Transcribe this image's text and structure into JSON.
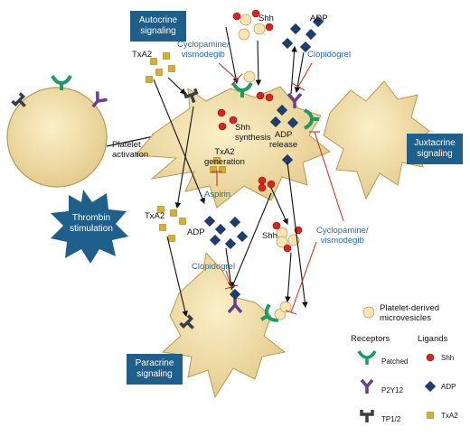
{
  "boxes": {
    "autocrine": "Autocrine\nsignaling",
    "juxtacrine": "Juxtacrine\nsignaling",
    "paracrine": "Paracrine\nsignaling",
    "thrombin": "Thrombin\nstimulation"
  },
  "labels": {
    "shh_top": "Shh",
    "adp_top": "ADP",
    "txa2_top": "TxA2",
    "platelet_activation": "Platelet\nactivation",
    "shh_synthesis": "Shh\nsynthesis",
    "txa2_generation": "TxA2\ngeneration",
    "adp_release": "ADP\nrelease",
    "txa2_left": "TxA2",
    "adp_mid": "ADP",
    "shh_mid": "Shh"
  },
  "drugs": {
    "cyclopamine_top": "Cyclopamine/\nvismodegib",
    "clopidogrel_top": "Clopidogrel",
    "aspirin": "Aspirin",
    "clopidogrel_bottom": "Clopidogrel",
    "cyclopamine_right": "Cyclopamine/\nvismodegib"
  },
  "legend": {
    "microvesicles": "Platelet-derived\nmicrovesicles",
    "receptors_title": "Receptors",
    "ligands_title": "Ligands",
    "patched": "Patched",
    "p2y12": "P2Y12",
    "tp12": "TP1/2",
    "shh": "Shh",
    "adp": "ADP",
    "txa2": "TxA2"
  },
  "colors": {
    "box": "#1f5f8b",
    "platelet": "#f6e2a6",
    "drug_text": "#2b6aa8",
    "inhibit": "#c0392b",
    "patched": "#1e9a63",
    "p2y12": "#6a3d8f",
    "tp": "#3a3f47",
    "shh": "#d7261e",
    "adp": "#1c3f73",
    "txa2": "#d6b02a"
  }
}
